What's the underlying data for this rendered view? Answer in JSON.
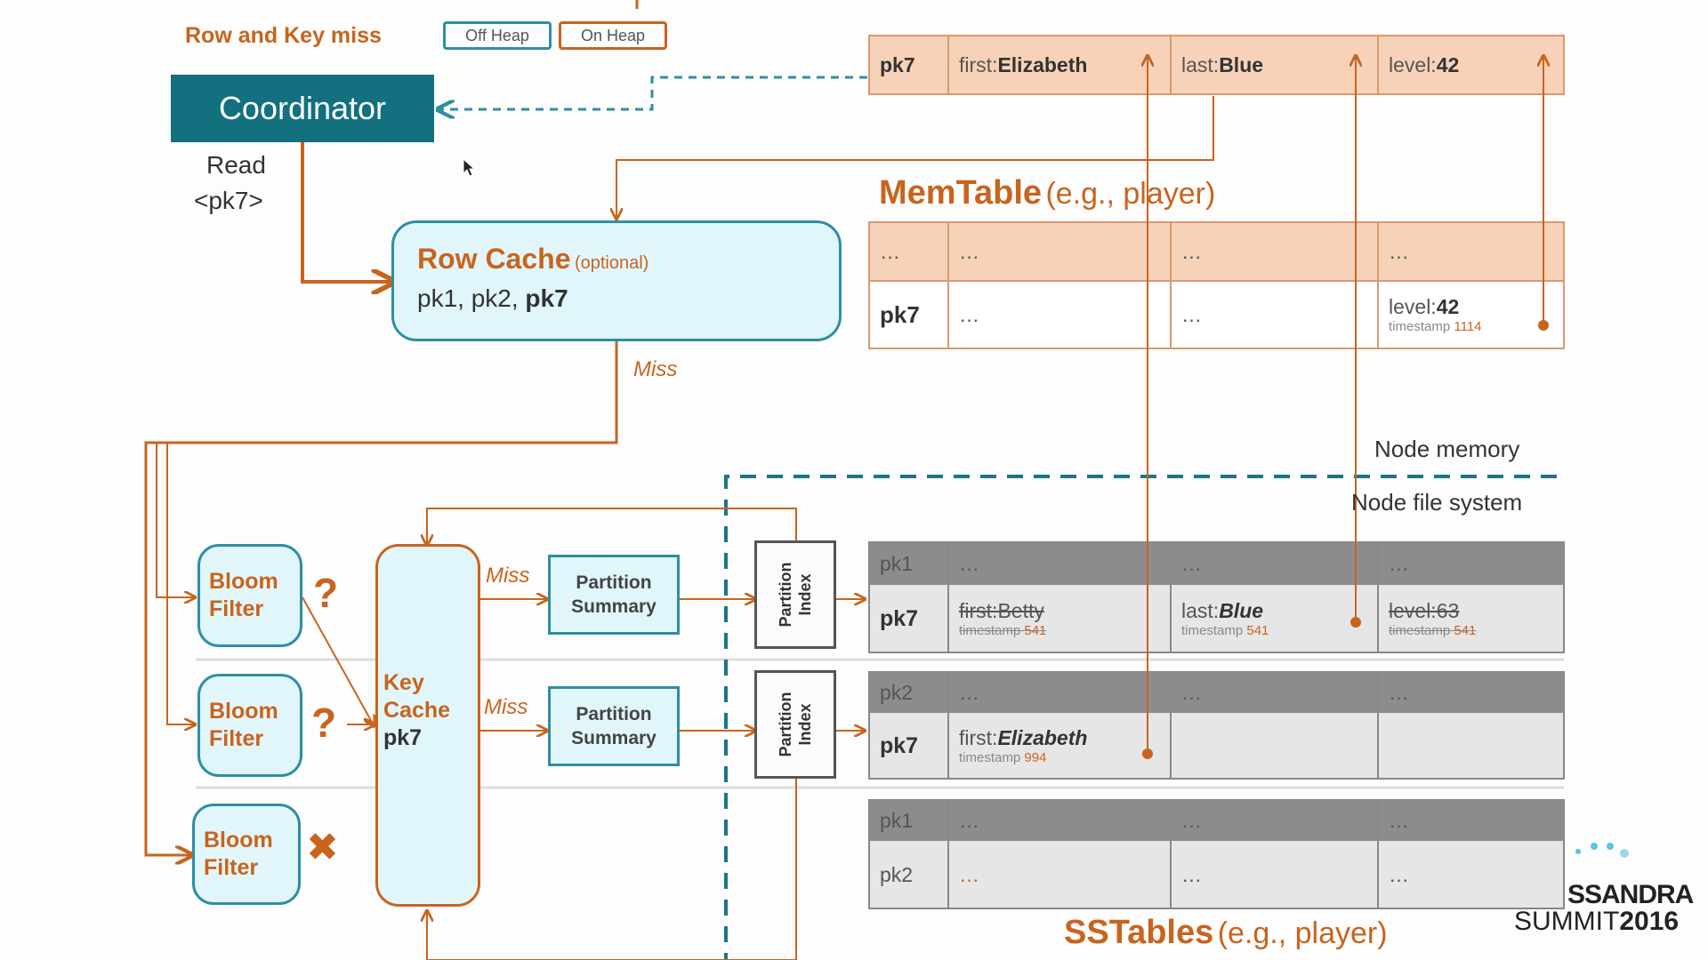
{
  "header": {
    "title": "Row and Key miss",
    "off_heap": "Off Heap",
    "on_heap": "On Heap"
  },
  "coordinator": {
    "label": "Coordinator",
    "read_line1": "Read",
    "read_line2": "<pk7>"
  },
  "row_cache": {
    "title": "Row Cache",
    "optional": "(optional)",
    "keys_plain": "pk1, pk2,",
    "keys_bold": "pk7",
    "miss": "Miss"
  },
  "result_row": {
    "pk": "pk7",
    "first_label": "first:",
    "first_value": "Elizabeth",
    "last_label": "last:",
    "last_value": "Blue",
    "level_label": "level:",
    "level_value": "42"
  },
  "memtable": {
    "title_bold": "MemTable",
    "title_rest": "(e.g., player)",
    "row1": [
      "…",
      "…",
      "…",
      "…"
    ],
    "row2": {
      "pk": "pk7",
      "c1": "…",
      "c2": "…",
      "level_label": "level:",
      "level_value": "42",
      "ts_label": "timestamp",
      "ts_value": "1114"
    }
  },
  "memory_labels": {
    "node_memory": "Node memory",
    "node_fs": "Node file system"
  },
  "key_cache": {
    "line1": "Key",
    "line2": "Cache",
    "line3": "pk7"
  },
  "bloom_filters": [
    {
      "line1": "Bloom",
      "line2": "Filter",
      "mark": "?"
    },
    {
      "line1": "Bloom",
      "line2": "Filter",
      "mark": "?"
    },
    {
      "line1": "Bloom",
      "line2": "Filter",
      "mark": "✖"
    }
  ],
  "partition_summary": {
    "line1": "Partition",
    "line2": "Summary"
  },
  "partition_index": {
    "line1": "Partition",
    "line2": "Index"
  },
  "miss_label": "Miss",
  "sstables": {
    "title_bold": "SSTables",
    "title_rest": "(e.g., player)",
    "t1": {
      "row1": [
        "pk1",
        "…",
        "…",
        "…"
      ],
      "row2": {
        "pk": "pk7",
        "first": "first:Betty",
        "first_ts_label": "timestamp",
        "first_ts": "541",
        "last_label": "last:",
        "last_value": "Blue",
        "last_ts_label": "timestamp",
        "last_ts": "541",
        "level": "level:63",
        "level_ts_label": "timestamp",
        "level_ts": "541"
      }
    },
    "t2": {
      "row1": [
        "pk2",
        "…",
        "…",
        "…"
      ],
      "row2": {
        "pk": "pk7",
        "first_label": "first:",
        "first_value": "Elizabeth",
        "ts_label": "timestamp",
        "ts_value": "994"
      }
    },
    "t3": {
      "row1": [
        "pk1",
        "…",
        "…",
        "…"
      ],
      "row2": [
        "pk2",
        "…",
        "…",
        "…"
      ]
    }
  },
  "brand": {
    "line1": "SSANDRA",
    "line2": "SUMMIT",
    "year": "2016"
  },
  "colors": {
    "orange": "#c8641e",
    "teal": "#13707f",
    "light_blue": "#e1f6fa",
    "sstable_header": "#8c8c8c",
    "sstable_body": "#e6e6e6",
    "memtable_header": "#f7d2b9"
  }
}
